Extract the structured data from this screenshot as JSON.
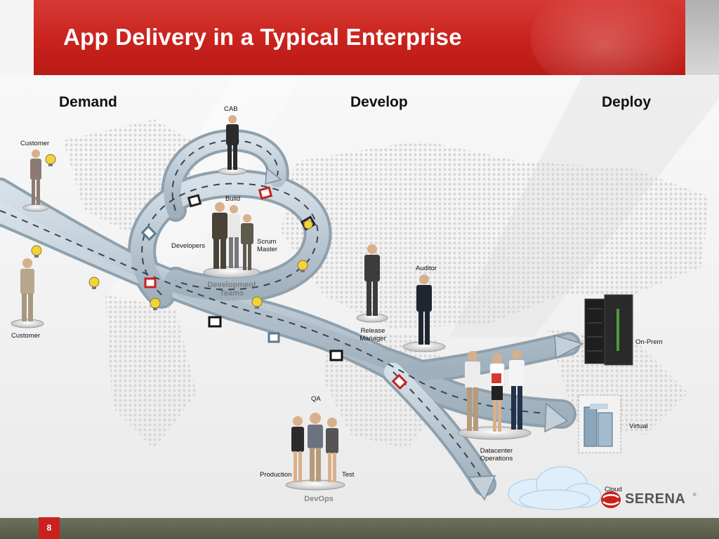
{
  "header": {
    "title": "App Delivery in a Typical Enterprise"
  },
  "columns": {
    "demand": "Demand",
    "develop": "Develop",
    "deploy": "Deploy"
  },
  "labels": {
    "cab": "CAB",
    "customer_top": "Customer",
    "customer_left": "Customer",
    "build": "Build",
    "developers": "Developers",
    "scrum_line1": "Scrum",
    "scrum_line2": "Master",
    "dev_teams_line1": "Development",
    "dev_teams_line2": "Teams",
    "release_line1": "Release",
    "release_line2": "Manager",
    "auditor": "Auditor",
    "on_prem": "On-Prem",
    "virtual": "Virtual",
    "cloud": "Cloud",
    "qa": "QA",
    "production": "Production",
    "test": "Test",
    "devops": "DevOps",
    "dc_line1": "Datacenter",
    "dc_line2": "Operations"
  },
  "footer": {
    "page_number": "8"
  },
  "logo": {
    "text": "SERENA",
    "tm": "®"
  },
  "colors": {
    "brand_red": "#c9221d",
    "road": "#b9c7d2",
    "footer": "#5e604e"
  }
}
